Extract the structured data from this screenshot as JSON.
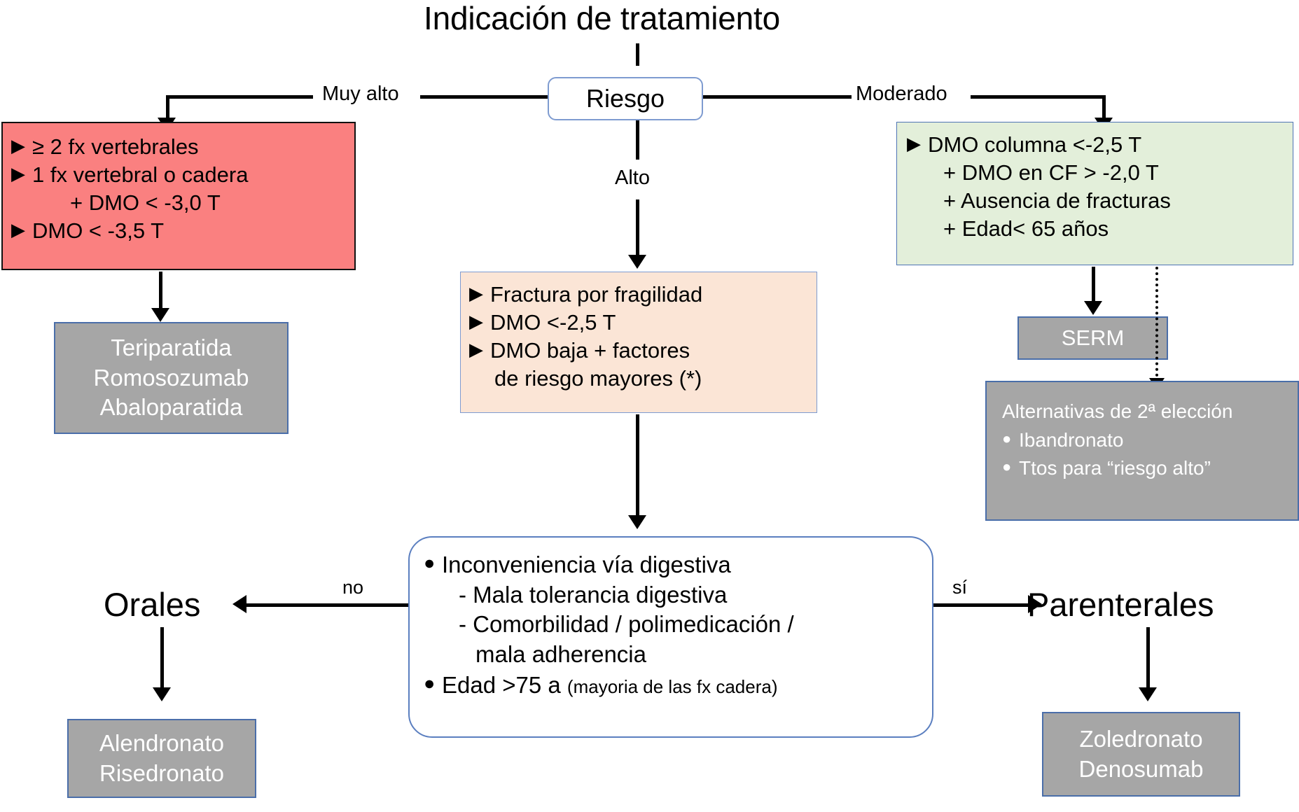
{
  "diagram": {
    "title": "Indicación de tratamiento",
    "root": {
      "label": "Riesgo"
    },
    "branch_labels": {
      "very_high": "Muy alto",
      "high": "Alto",
      "moderate": "Moderado",
      "no": "no",
      "yes": "sí"
    },
    "very_high_risk_box": {
      "lines": [
        "≥ 2 fx vertebrales",
        "1 fx vertebral o cadera",
        "+ DMO < -3,0 T",
        "DMO < -3,5 T"
      ],
      "l1": "≥ 2 fx vertebrales",
      "l2": "1 fx vertebral o cadera",
      "l2b": "+ DMO < -3,0 T",
      "l3": "DMO < -3,5 T",
      "color": "#FA8080"
    },
    "very_high_drugs": {
      "l1": "Teriparatida",
      "l2": "Romosozumab",
      "l3": "Abaloparatida",
      "color": "#A6A6A6"
    },
    "high_risk_box": {
      "l1": "Fractura por fragilidad",
      "l2": "DMO <-2,5 T",
      "l3": "DMO baja + factores",
      "l3b": "de riesgo mayores (*)",
      "color": "#FBE5D6"
    },
    "moderate_risk_box": {
      "l1": "DMO columna <-2,5 T",
      "l2": "+ DMO en CF > -2,0 T",
      "l3": "+ Ausencia de fracturas",
      "l4": "+ Edad< 65 años",
      "color": "#E3EFDA"
    },
    "serm_box": {
      "label": "SERM",
      "color": "#A6A6A6"
    },
    "alternatives_box": {
      "title": "Alternativas de 2ª elección",
      "item1": "Ibandronato",
      "item2": "Ttos para “riesgo alto”",
      "color": "#A6A6A6"
    },
    "route_decision_box": {
      "l1": "Inconveniencia vía digestiva",
      "l2": "- Mala tolerancia digestiva",
      "l3": "- Comorbilidad / polimedicación /",
      "l4": "mala adherencia",
      "l5": "Edad >75 a",
      "l5note": "(mayoria de las fx cadera)"
    },
    "oral_label": "Orales",
    "parenteral_label": "Parenterales",
    "oral_drugs": {
      "l1": "Alendronato",
      "l2": "Risedronato",
      "color": "#A6A6A6"
    },
    "parenteral_drugs": {
      "l1": "Zoledronato",
      "l2": "Denosumab",
      "color": "#A6A6A6"
    }
  }
}
